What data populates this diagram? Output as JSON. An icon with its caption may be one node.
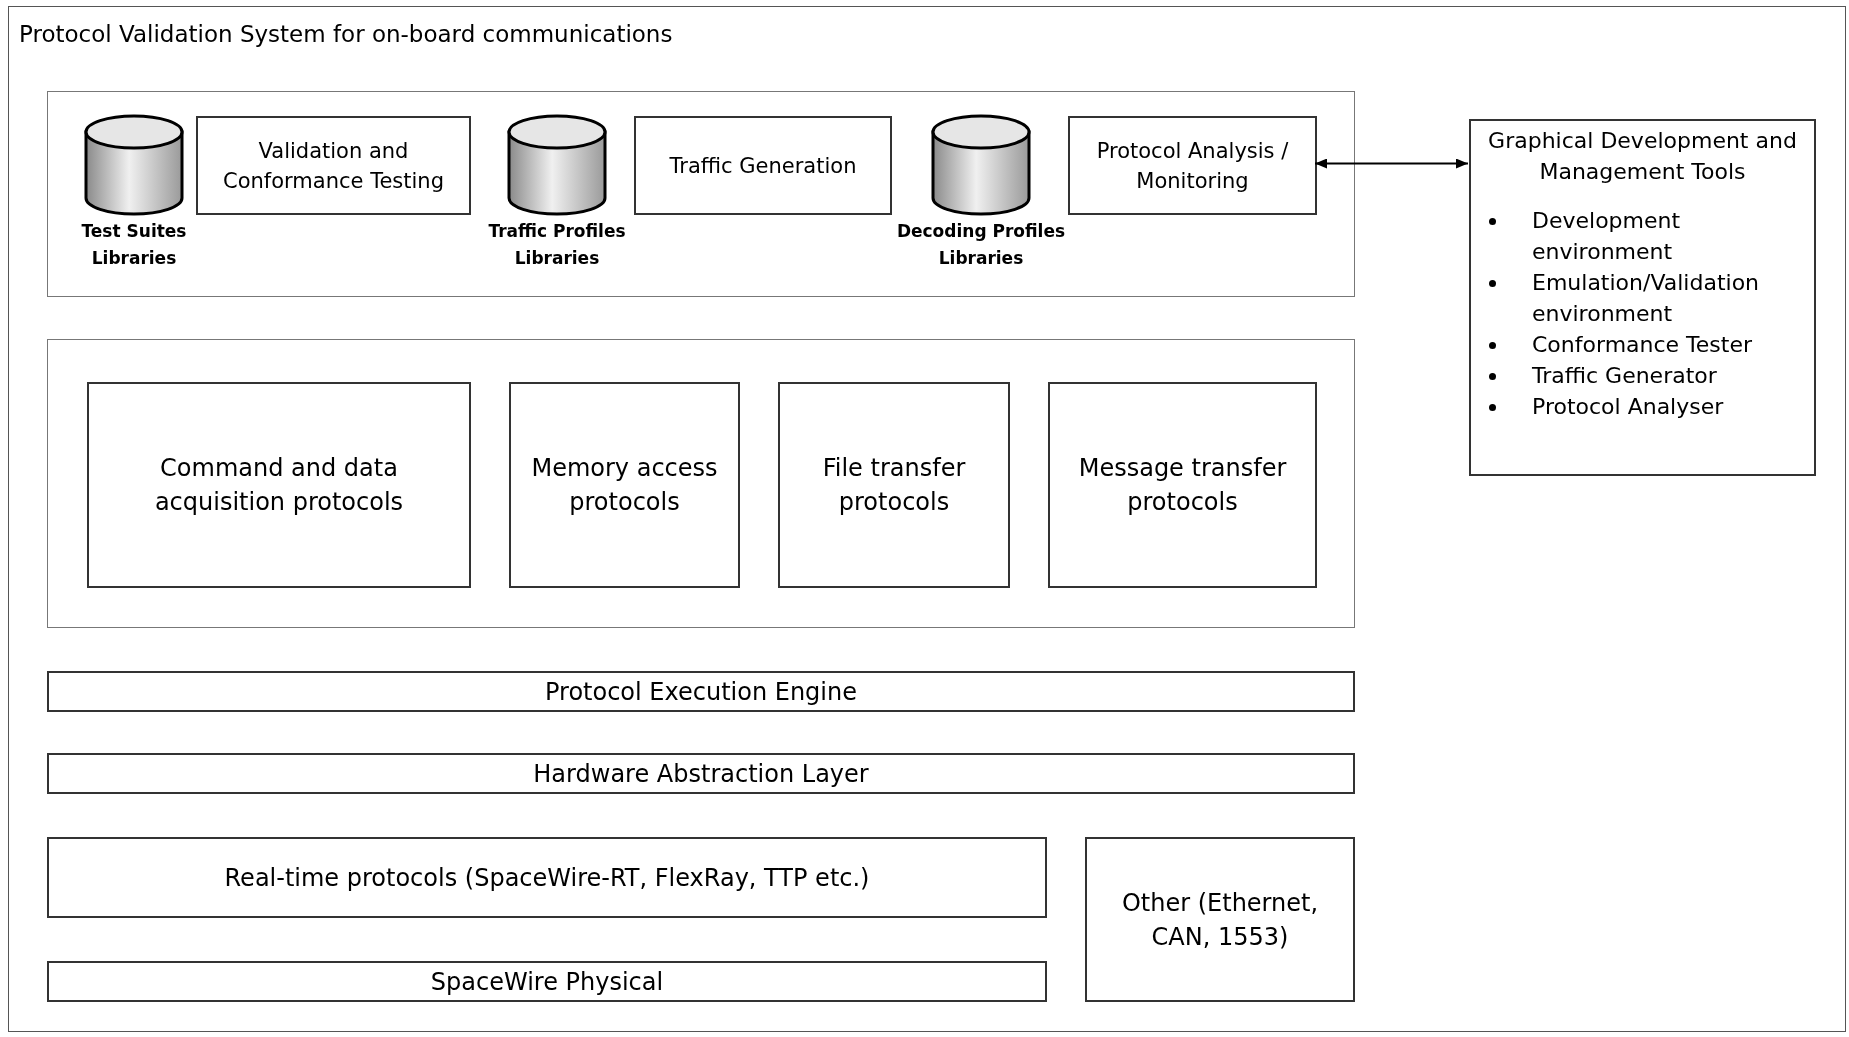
{
  "diagram": {
    "nodes": [
      {
        "text": [
          "Protocol Validation System for on-board communications"
        ]
      },
      {
        "text": [],
        "shape": "box",
        "in": 0
      },
      {
        "text": [
          "Test Suites Libraries"
        ],
        "in": 1
      },
      {
        "text": [
          "Validation and Conformance Testing"
        ],
        "in": 1
      },
      {
        "text": [
          "Traffic Profiles Libraries"
        ],
        "in": 1
      },
      {
        "text": [
          "Traffic Generation"
        ],
        "in": 1
      },
      {
        "text": [
          "Decoding Profiles Libraries"
        ],
        "in": 1
      },
      {
        "text": [
          "Protocol Analysis / Monitoring"
        ],
        "in": 1
      },
      {
        "text": [
          "Graphical Development and Management Tools",
          "Development environment",
          "Emulation/Validation environment",
          "Conformance Tester",
          "Traffic Generator",
          "Protocol Analyser"
        ],
        "in": 0
      },
      {
        "text": [],
        "shape": "box",
        "in": 0
      },
      {
        "text": [
          "Command and data acquisition protocols"
        ],
        "in": 9
      },
      {
        "text": [
          "Memory access protocols"
        ],
        "in": 9
      },
      {
        "text": [
          "File transfer protocols"
        ],
        "in": 9
      },
      {
        "text": [
          "Message transfer protocols"
        ],
        "in": 9
      },
      {
        "text": [
          "Protocol Execution Engine"
        ],
        "in": 0
      },
      {
        "text": [
          "Hardware Abstraction Layer"
        ],
        "in": 0
      },
      {
        "text": [
          "Real-time protocols (SpaceWire-RT, FlexRay, TTP etc.)"
        ],
        "in": 0
      },
      {
        "text": [
          "SpaceWire Physical"
        ],
        "in": 0
      },
      {
        "text": [
          "Other (Ethernet, CAN, 1553)"
        ],
        "in": 0
      }
    ],
    "edges": [
      {
        "from": 7,
        "to": 8,
        "arrow": "both"
      }
    ]
  }
}
